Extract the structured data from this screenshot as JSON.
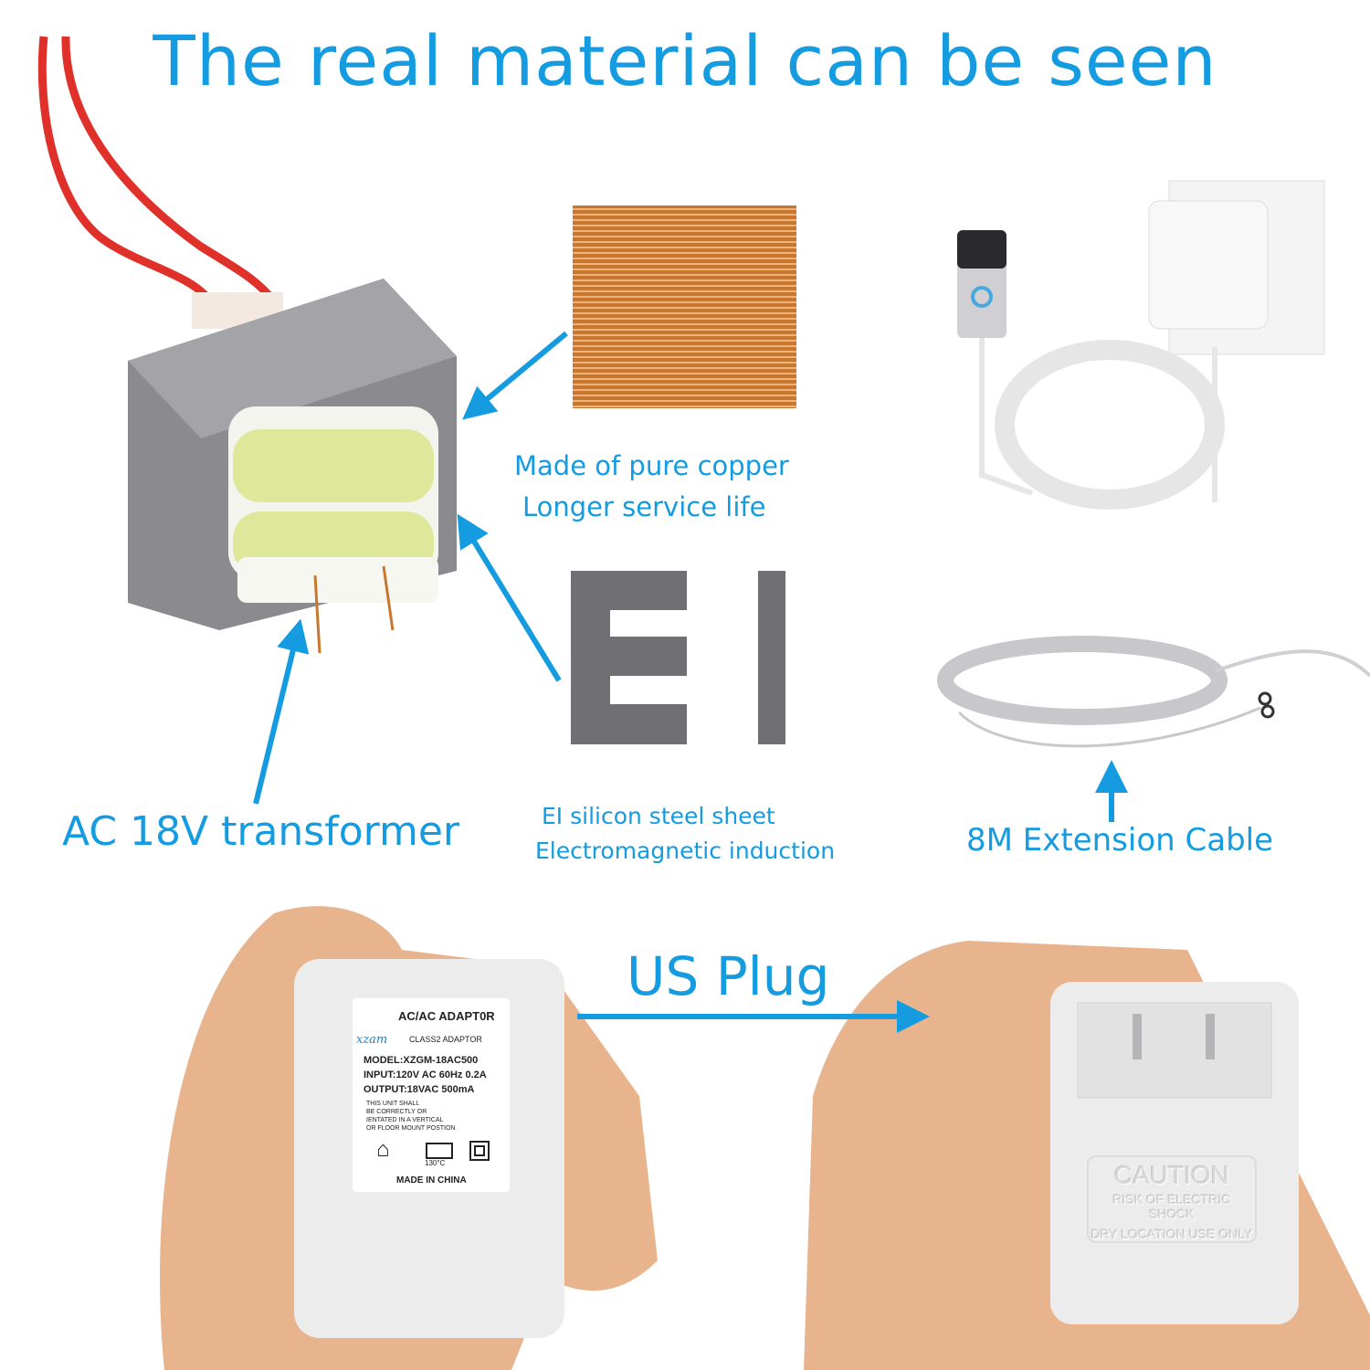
{
  "title": "The real material can be seen",
  "captions": {
    "copper_line1": "Made of pure copper",
    "copper_line2": "Longer service life",
    "steel_line1": "EI silicon steel sheet",
    "steel_line2": "Electromagnetic induction",
    "transformer": "AC 18V transformer",
    "cable": "8M Extension Cable",
    "plug": "US Plug"
  },
  "ei_letters": "EI",
  "adaptor_label": {
    "heading": "AC/AC ADAPT0R",
    "brand": "xzam",
    "class": "CLASS2 ADAPTOR",
    "model": "MODEL:XZGM-18AC500",
    "input": "INPUT:120V AC 60Hz 0.2A",
    "output": "OUTPUT:18VAC 500mA",
    "notice": [
      "THIS UNIT SHALL",
      "BE CORRECTLY OR",
      "IENTATED IN A VERTICAL",
      "OR FLOOR MOUNT POSTION"
    ],
    "temp": "130°C",
    "made_in": "MADE IN CHINA"
  },
  "caution": {
    "heading": "CAUTION",
    "line1": "RISK OF ELECTRIC SHOCK",
    "line2": "DRY LOCATION USE ONLY"
  },
  "colors": {
    "accent": "#149be0",
    "copper": "#c8772f",
    "steel": "#7a7a7e",
    "wire": "#e0302a",
    "bobbin": "#dfe89a",
    "skin": "#e8b48e",
    "plastic": "#ececec"
  }
}
